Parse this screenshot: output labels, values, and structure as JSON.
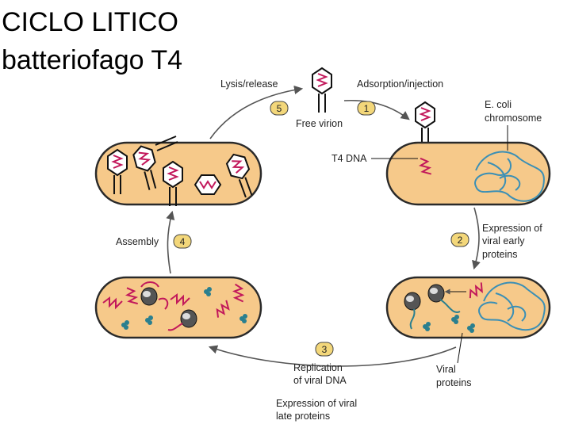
{
  "title": {
    "line1": "CICLO LITICO",
    "line2": "batteriofago T4"
  },
  "steps": [
    {
      "number": "1",
      "label": "Adsorption/injection"
    },
    {
      "number": "2",
      "label_lines": [
        "Expression of",
        "viral early",
        "proteins"
      ]
    },
    {
      "number": "3",
      "label_lines": [
        "Replication",
        "of viral DNA"
      ]
    },
    {
      "number": "4",
      "label": "Assembly"
    },
    {
      "number": "5",
      "label": "Lysis/release"
    }
  ],
  "labels": {
    "free_virion": "Free virion",
    "t4_dna": "T4 DNA",
    "ecoli_chromosome": [
      "E. coli",
      "chromosome"
    ],
    "viral_proteins": [
      "Viral",
      "proteins"
    ],
    "late_proteins": [
      "Expression of viral",
      "late proteins"
    ]
  },
  "colors": {
    "cell_fill": "#f6c98a",
    "cell_border": "#2a2a2a",
    "viral_dna": "#c2185b",
    "ecoli_dna": "#3b8fb5",
    "protein": "#2a7f8f",
    "badge": "#f3d77a",
    "arrow": "#555555"
  }
}
